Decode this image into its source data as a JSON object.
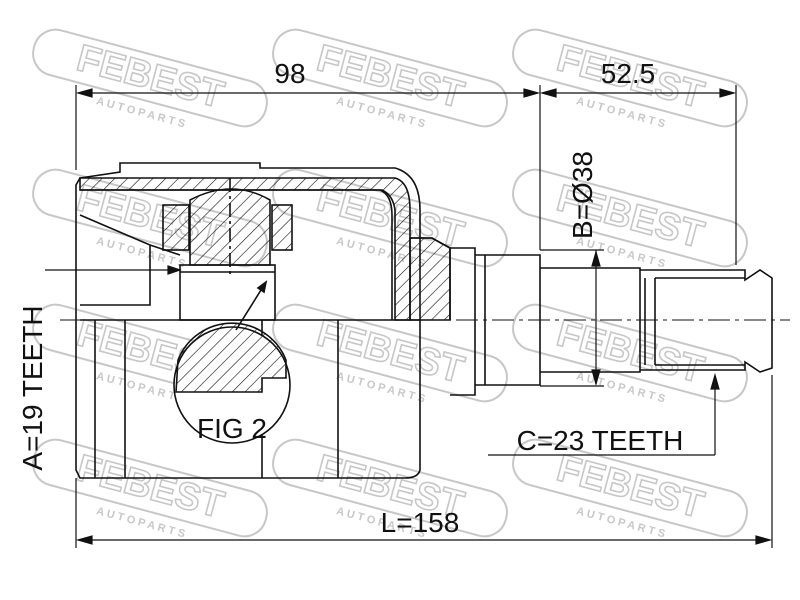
{
  "drawing": {
    "dim_top_left": "98",
    "dim_top_right": "52.5",
    "dim_diameter": "B=Ø38",
    "label_left": "A=19 TEETH",
    "label_right": "C=23 TEETH",
    "dim_total": "L=158",
    "fig_label": "FIG 2"
  },
  "watermark": {
    "brand": "FEBEST",
    "tagline": "A U T O   P A R T S",
    "color": "#9a9a9a"
  },
  "colors": {
    "line": "#111111",
    "background": "#ffffff"
  }
}
